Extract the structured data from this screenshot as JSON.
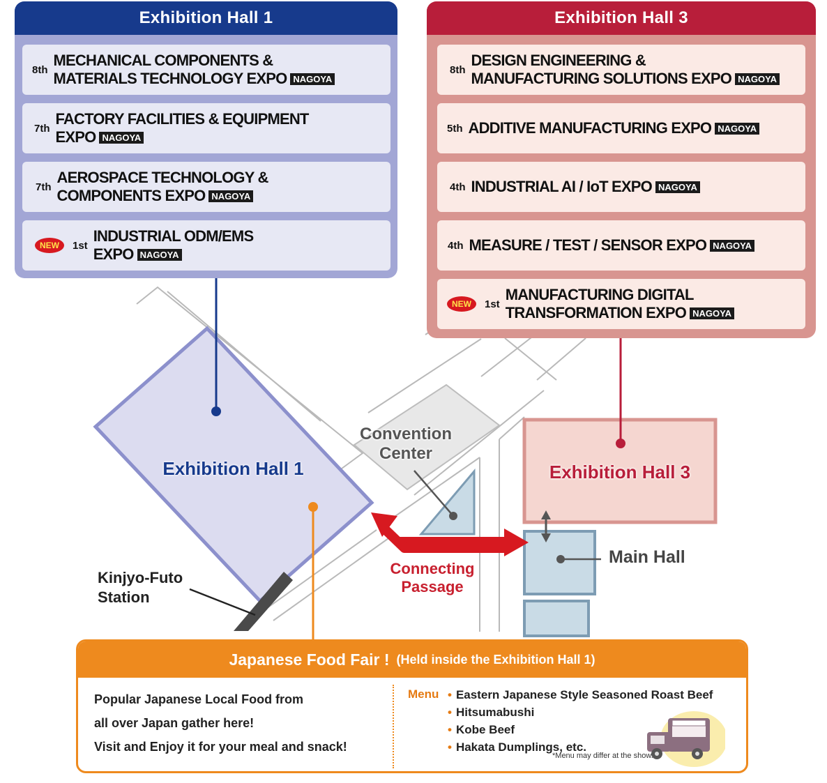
{
  "hall1_panel": {
    "title": "Exhibition Hall 1",
    "expos": [
      {
        "edition": "8th",
        "name_lines": [
          "MECHANICAL COMPONENTS &",
          "MATERIALS TECHNOLOGY EXPO"
        ],
        "tag": "NAGOYA",
        "is_new": false
      },
      {
        "edition": "7th",
        "name_lines": [
          "FACTORY FACILITIES & EQUIPMENT",
          "EXPO"
        ],
        "tag": "NAGOYA",
        "is_new": false
      },
      {
        "edition": "7th",
        "name_lines": [
          "AEROSPACE TECHNOLOGY &",
          "COMPONENTS EXPO"
        ],
        "tag": "NAGOYA",
        "is_new": false
      },
      {
        "edition": "1st",
        "name_lines": [
          "INDUSTRIAL ODM/EMS",
          "EXPO"
        ],
        "tag": "NAGOYA",
        "is_new": true,
        "new_label": "NEW"
      }
    ]
  },
  "hall3_panel": {
    "title": "Exhibition Hall 3",
    "expos": [
      {
        "edition": "8th",
        "name_lines": [
          "DESIGN ENGINEERING &",
          "MANUFACTURING SOLUTIONS EXPO"
        ],
        "tag": "NAGOYA",
        "is_new": false
      },
      {
        "edition": "5th",
        "name_lines": [
          "ADDITIVE MANUFACTURING EXPO"
        ],
        "tag": "NAGOYA",
        "is_new": false
      },
      {
        "edition": "4th",
        "name_lines": [
          "INDUSTRIAL AI / IoT EXPO"
        ],
        "tag": "NAGOYA",
        "is_new": false
      },
      {
        "edition": "4th",
        "name_lines": [
          "MEASURE / TEST / SENSOR EXPO"
        ],
        "tag": "NAGOYA",
        "is_new": false
      },
      {
        "edition": "1st",
        "name_lines": [
          "MANUFACTURING DIGITAL",
          "TRANSFORMATION EXPO"
        ],
        "tag": "NAGOYA",
        "is_new": true,
        "new_label": "NEW"
      }
    ]
  },
  "map_labels": {
    "hall1": "Exhibition Hall 1",
    "hall3": "Exhibition Hall 3",
    "convention_center": [
      "Convention",
      "Center"
    ],
    "main_hall": "Main Hall",
    "connecting_passage": [
      "Connecting",
      "Passage"
    ],
    "station": [
      "Kinjyo-Futo",
      "Station"
    ]
  },
  "food_fair": {
    "title": "Japanese Food Fair !",
    "subtitle": "(Held inside the Exhibition Hall 1)",
    "intro_lines": [
      "Popular Japanese Local Food from",
      "all over Japan gather here!",
      "Visit and Enjoy it for your meal and snack!"
    ],
    "menu_label": "Menu",
    "menu_items": [
      "Eastern Japanese Style Seasoned Roast Beef",
      "Hitsumabushi",
      "Kobe Beef",
      "Hakata Dumplings, etc."
    ],
    "note": "*Menu may differ at the show."
  },
  "colors": {
    "hall1_accent": "#173a8c",
    "hall3_accent": "#b81e3a",
    "food_accent": "#ee8a1e",
    "passage_arrow": "#d71920"
  }
}
